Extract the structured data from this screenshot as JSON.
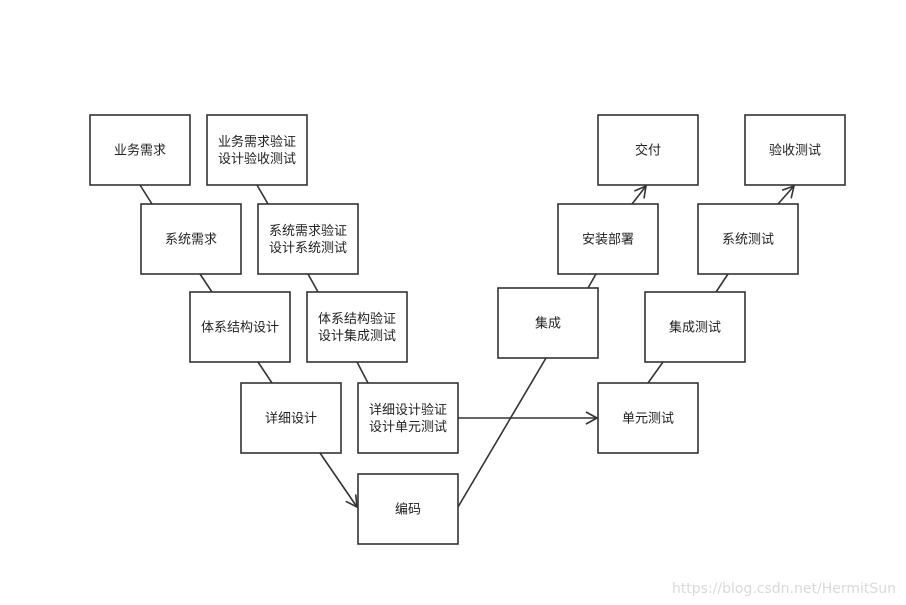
{
  "nodes": [
    {
      "id": "biz-req",
      "lines": [
        "业务需求"
      ]
    },
    {
      "id": "biz-req-verify",
      "lines": [
        "业务需求验证",
        "设计验收测试"
      ]
    },
    {
      "id": "sys-req",
      "lines": [
        "系统需求"
      ]
    },
    {
      "id": "sys-req-verify",
      "lines": [
        "系统需求验证",
        "设计系统测试"
      ]
    },
    {
      "id": "arch-design",
      "lines": [
        "体系结构设计"
      ]
    },
    {
      "id": "arch-verify",
      "lines": [
        "体系结构验证",
        "设计集成测试"
      ]
    },
    {
      "id": "detail-design",
      "lines": [
        "详细设计"
      ]
    },
    {
      "id": "detail-verify",
      "lines": [
        "详细设计验证",
        "设计单元测试"
      ]
    },
    {
      "id": "coding",
      "lines": [
        "编码"
      ]
    },
    {
      "id": "integration",
      "lines": [
        "集成"
      ]
    },
    {
      "id": "deploy",
      "lines": [
        "安装部署"
      ]
    },
    {
      "id": "delivery",
      "lines": [
        "交付"
      ]
    },
    {
      "id": "unit-test",
      "lines": [
        "单元测试"
      ]
    },
    {
      "id": "integration-test",
      "lines": [
        "集成测试"
      ]
    },
    {
      "id": "system-test",
      "lines": [
        "系统测试"
      ]
    },
    {
      "id": "acceptance-test",
      "lines": [
        "验收测试"
      ]
    }
  ],
  "edges": [
    {
      "from": "biz-req",
      "to": "sys-req",
      "arrow": false
    },
    {
      "from": "sys-req",
      "to": "arch-design",
      "arrow": false
    },
    {
      "from": "arch-design",
      "to": "detail-design",
      "arrow": false
    },
    {
      "from": "detail-design",
      "to": "coding",
      "arrow": true
    },
    {
      "from": "biz-req-verify",
      "to": "sys-req-verify",
      "arrow": false
    },
    {
      "from": "sys-req-verify",
      "to": "arch-verify",
      "arrow": false
    },
    {
      "from": "arch-verify",
      "to": "detail-verify",
      "arrow": false
    },
    {
      "from": "coding",
      "to": "integration",
      "arrow": false
    },
    {
      "from": "integration",
      "to": "deploy",
      "arrow": false
    },
    {
      "from": "deploy",
      "to": "delivery",
      "arrow": true
    },
    {
      "from": "detail-verify",
      "to": "unit-test",
      "arrow": true
    },
    {
      "from": "unit-test",
      "to": "integration-test",
      "arrow": false
    },
    {
      "from": "integration-test",
      "to": "system-test",
      "arrow": false
    },
    {
      "from": "system-test",
      "to": "acceptance-test",
      "arrow": true
    }
  ],
  "watermark": "https://blog.csdn.net/HermitSun",
  "colors": {
    "stroke": "#333333",
    "text": "#222222",
    "background": "#ffffff",
    "watermark": "#d9d9d9"
  }
}
